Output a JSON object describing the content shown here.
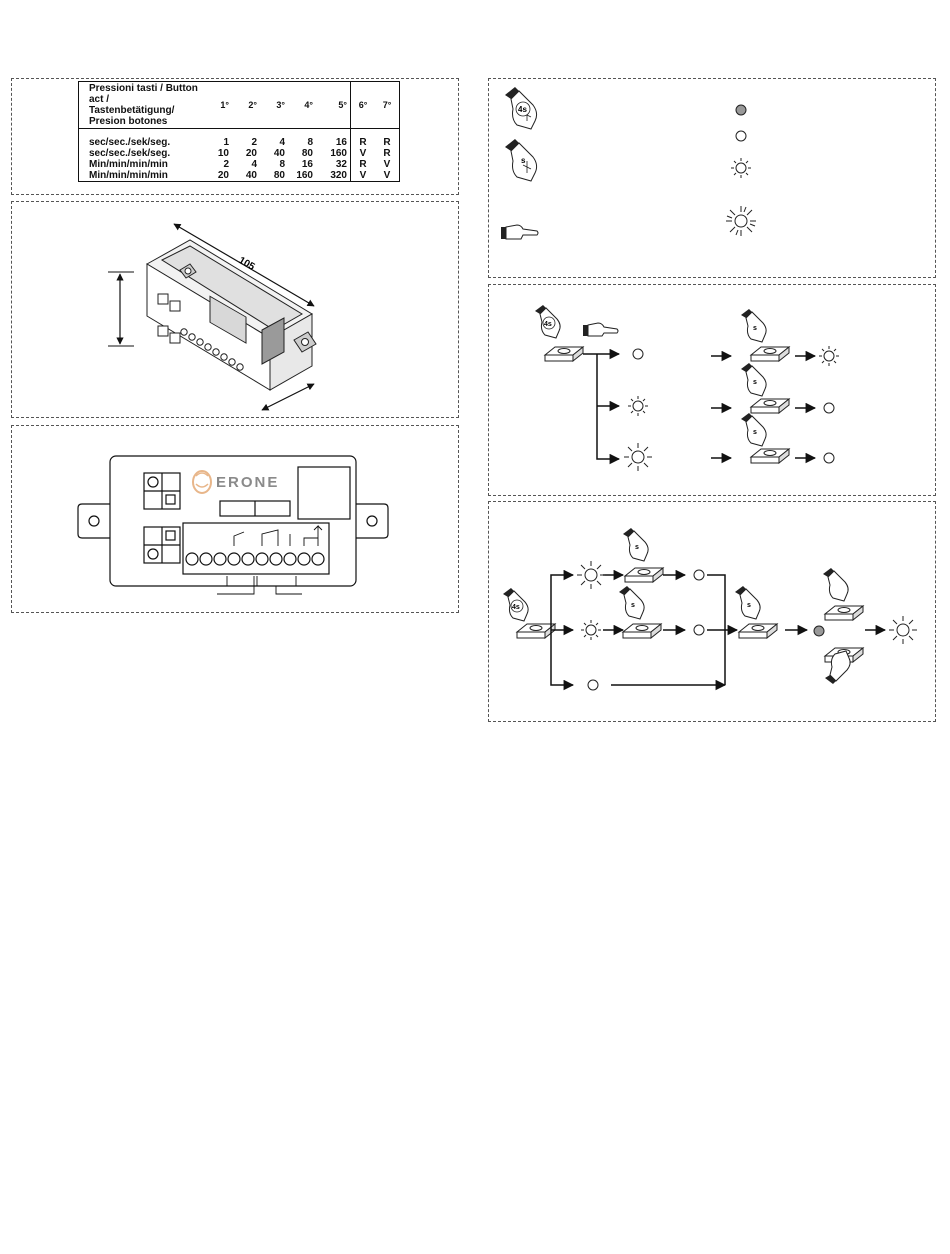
{
  "table": {
    "header_label_lines": [
      "Pressioni tasti / Button act /",
      "Tastenbetätigung/",
      "Presion botones"
    ],
    "columns": [
      "1°",
      "2°",
      "3°",
      "4°",
      "5°",
      "6°",
      "7°"
    ],
    "rows": [
      {
        "label": "sec/sec./sek/seg.",
        "values": [
          "1",
          "2",
          "4",
          "8",
          "16",
          "R",
          "R"
        ]
      },
      {
        "label": "sec/sec./sek/seg.",
        "values": [
          "10",
          "20",
          "40",
          "80",
          "160",
          "V",
          "R"
        ]
      },
      {
        "label": "Min/min/min/min",
        "values": [
          "2",
          "4",
          "8",
          "16",
          "32",
          "R",
          "V"
        ]
      },
      {
        "label": "Min/min/min/min",
        "values": [
          "20",
          "40",
          "80",
          "160",
          "320",
          "V",
          "V"
        ]
      }
    ]
  },
  "case": {
    "dimension_label": "105"
  },
  "front": {
    "brand": "ERONE"
  },
  "icons": {
    "press_4s": "4s",
    "press_s": "s"
  }
}
